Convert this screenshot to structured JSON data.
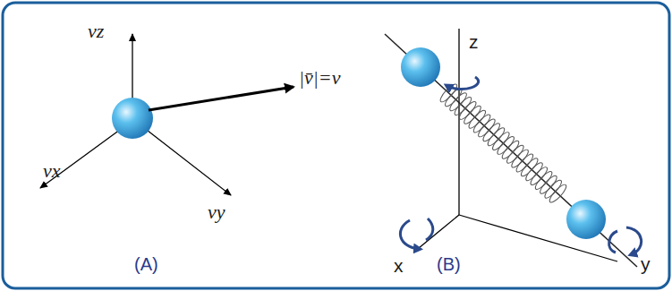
{
  "diagram": {
    "labels": [
      "vz",
      "|v̄|=v",
      "vx",
      "vy",
      "(A)",
      "z",
      "x",
      "y",
      "(B)"
    ]
  }
}
